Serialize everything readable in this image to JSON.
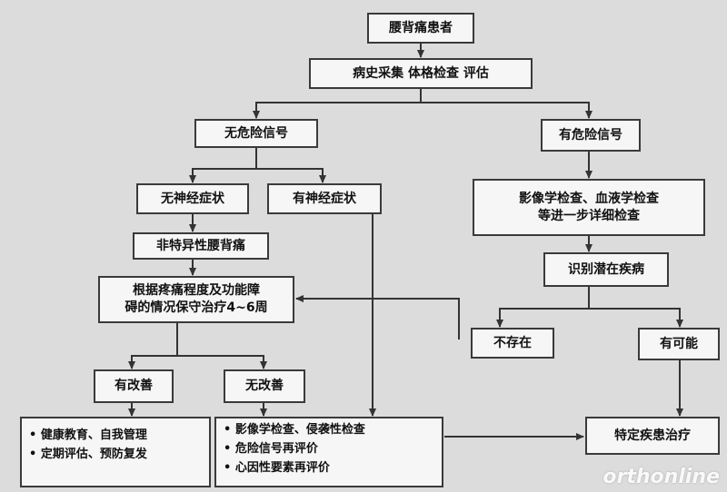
{
  "nodes": {
    "patient": "腰背痛患者",
    "history": "病史采集 体格检查 评估",
    "no_danger": "无危险信号",
    "danger": "有危险信号",
    "no_neuro": "无神经症状",
    "neuro": "有神经症状",
    "imaging": "影像学检查、血液学检查\n等进一步详细检查",
    "nonspecific": "非特异性腰背痛",
    "identify": "识别潜在疾病",
    "conservative": "根据疼痛程度及功能障\n碍的情况保守治疗4~6周",
    "absent": "不存在",
    "possible": "有可能",
    "improved": "有改善",
    "not_improved": "无改善",
    "specific_tx": "特定疾患治疗"
  },
  "improved_list": [
    "健康教育、自我管理",
    "定期评估、预防复发"
  ],
  "reassess_list": [
    "影像学检查、侵袭性检查",
    "危险信号再评价",
    "心因性要素再评价"
  ],
  "watermark": "orthonline"
}
